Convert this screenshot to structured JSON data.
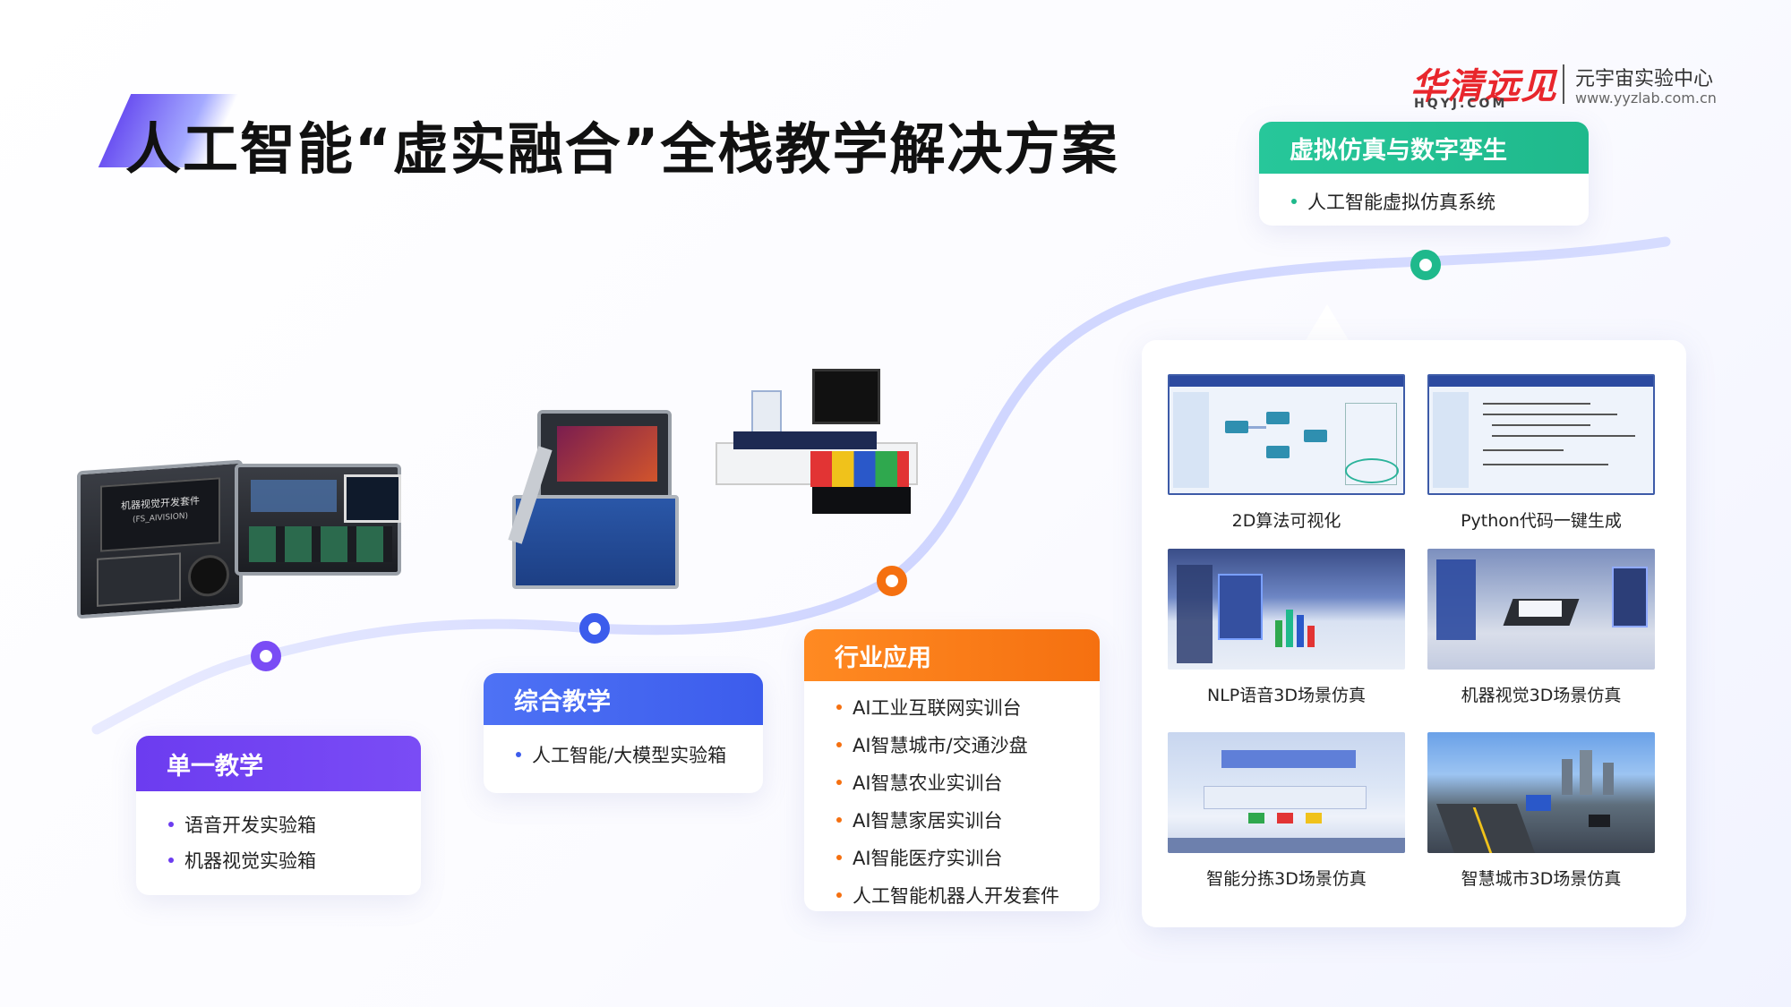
{
  "header": {
    "title": "人工智能“虚实融合”全栈教学解决方案"
  },
  "logo": {
    "brand": "华清远见",
    "brand_en": "HQYJ.COM",
    "center_name": "元宇宙实验中心",
    "url": "www.yyzlab.com.cn"
  },
  "stages": [
    {
      "title": "单一教学",
      "items": [
        "语音开发实验箱",
        "机器视觉实验箱"
      ],
      "color": "#6c3cf0"
    },
    {
      "title": "综合教学",
      "items": [
        "人工智能/大模型实验箱"
      ],
      "color": "#3c5cec"
    },
    {
      "title": "行业应用",
      "items": [
        "AI工业互联网实训台",
        "AI智慧城市/交通沙盘",
        "AI智慧农业实训台",
        "AI智慧家居实训台",
        "AI智能医疗实训台",
        "人工智能机器人开发套件"
      ],
      "color": "#f57010"
    },
    {
      "title": "虚拟仿真与数字孪生",
      "items": [
        "人工智能虚拟仿真系统"
      ],
      "color": "#1fb98c"
    }
  ],
  "simulations": [
    {
      "caption": "2D算法可视化"
    },
    {
      "caption": "Python代码一键生成"
    },
    {
      "caption": "NLP语音3D场景仿真"
    },
    {
      "caption": "机器视觉3D场景仿真"
    },
    {
      "caption": "智能分拣3D场景仿真"
    },
    {
      "caption": "智慧城市3D场景仿真"
    }
  ],
  "photos": {
    "vision_kit_screen": "机器视觉开发套件",
    "vision_kit_model": "(FS_AIVISION)"
  }
}
